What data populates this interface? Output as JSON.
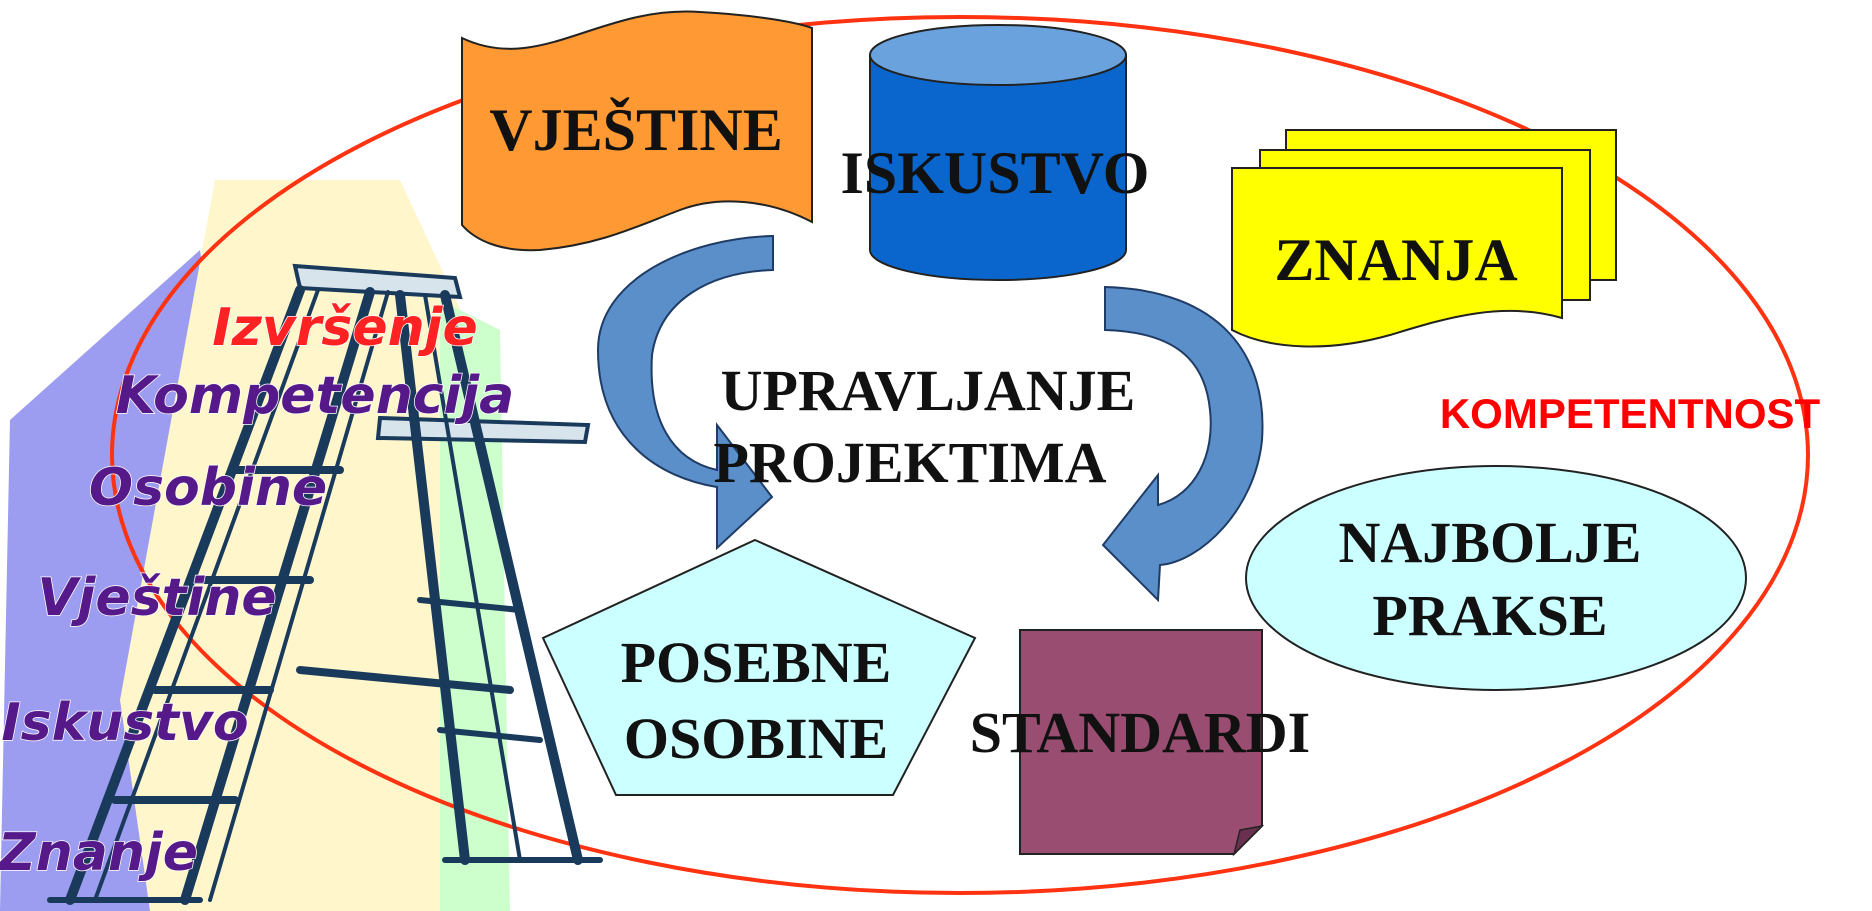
{
  "diagram": {
    "center": {
      "line1": "UPRAVLJANJE",
      "line2": "PROJEKTIMA"
    },
    "frame_label": "KOMPETENTNOST",
    "shapes": {
      "skills": "VJEŠTINE",
      "experience": "ISKUSTVO",
      "knowledge": "ZNANJA",
      "best_practices": {
        "line1": "NAJBOLJE",
        "line2": "PRAKSE"
      },
      "special_traits": {
        "line1": "POSEBNE",
        "line2": "OSOBINE"
      },
      "standards": "STANDARDI"
    },
    "ladder": {
      "steps": [
        "Izvršenje",
        "Kompetencija",
        "Osobine",
        "Vještine",
        "Iskustvo",
        "Znanje"
      ]
    }
  },
  "colors": {
    "frame": "#ff3311",
    "frame_label": "#ff0000",
    "skills_fill": "#ff9933",
    "experience_fill": "#0a66cc",
    "knowledge_fill": "#ffff00",
    "best_practices_fill": "#ccffff",
    "special_traits_fill": "#ccffff",
    "standards_fill": "#994d70",
    "arrow_fill": "#5b8fc9",
    "ladder_top_label": "#ff2222",
    "ladder_labels": "#55198a"
  }
}
